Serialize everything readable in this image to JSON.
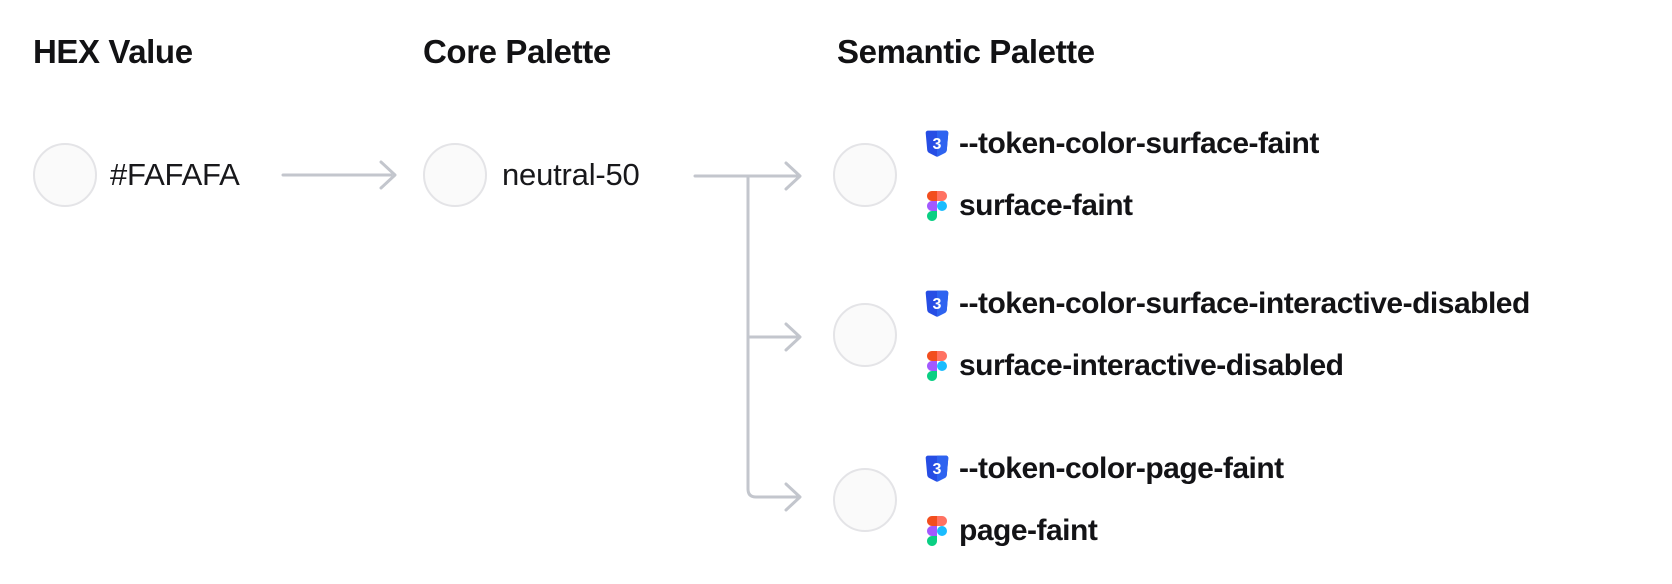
{
  "hex_column": {
    "header": "HEX Value",
    "label": "#FAFAFA",
    "swatch_hex": "#FAFAFA"
  },
  "core_column": {
    "header": "Core Palette",
    "label": "neutral-50",
    "swatch_hex": "#FAFAFA"
  },
  "semantic_column": {
    "header": "Semantic Palette",
    "tokens": [
      {
        "swatch_hex": "#FAFAFA",
        "css_variable": "--token-color-surface-faint",
        "figma_token": "surface-faint"
      },
      {
        "swatch_hex": "#FAFAFA",
        "css_variable": "--token-color-surface-interactive-disabled",
        "figma_token": "surface-interactive-disabled"
      },
      {
        "swatch_hex": "#FAFAFA",
        "css_variable": "--token-color-page-faint",
        "figma_token": "page-faint"
      }
    ]
  },
  "icons": {
    "css_variable_icon": "css3-shield-icon",
    "figma_icon": "figma-logo-icon",
    "css_glyph": "3"
  },
  "colors": {
    "background": "#FFFFFF",
    "heading_text": "#121214",
    "body_text": "#18181B",
    "swatch_fill": "#FAFAFA",
    "swatch_border": "#E4E4E7",
    "connector": "#C3C6CD",
    "css_shield_dark": "#264DE4",
    "css_shield_light": "#2E63F0",
    "css_glyph_white": "#FFFFFF",
    "figma_red": "#F24E1E",
    "figma_salmon": "#FF7262",
    "figma_purple": "#A259FF",
    "figma_blue": "#1ABCFE",
    "figma_green": "#0ACF83"
  }
}
